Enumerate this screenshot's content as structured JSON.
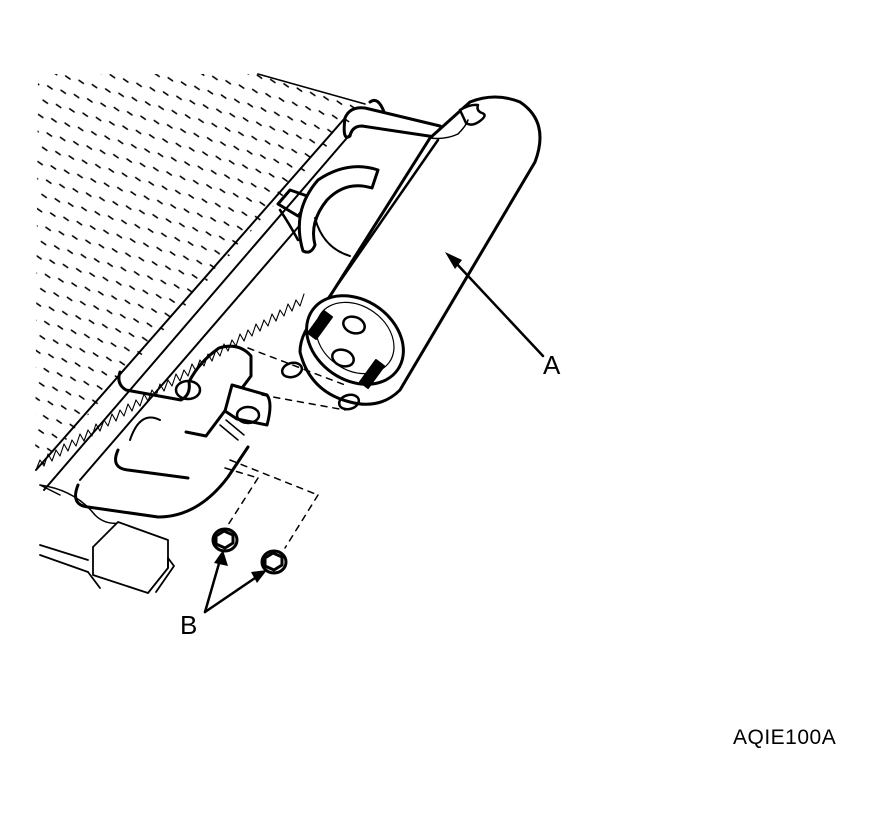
{
  "figure": {
    "type": "exploded-view technical illustration",
    "figure_id": "AQIE100A",
    "background_color": "#ffffff",
    "line_color": "#000000"
  },
  "callouts": {
    "a": {
      "label": "A",
      "target": "receiver-drier cylinder"
    },
    "b": {
      "label": "B",
      "target": "flange nuts (2)"
    }
  },
  "parts": [
    {
      "id": "condenser-core",
      "icon": "dotted-fin-grid"
    },
    {
      "id": "condenser-side-tank",
      "icon": "tube"
    },
    {
      "id": "mounting-bracket-upper",
      "icon": "u-clamp"
    },
    {
      "id": "receiver-drier",
      "icon": "cylinder",
      "callout": "A"
    },
    {
      "id": "o-rings",
      "count": 2,
      "icon": "ring"
    },
    {
      "id": "studs",
      "count": 2,
      "icon": "threaded-stud"
    },
    {
      "id": "pipe-block",
      "icon": "fitting-block"
    },
    {
      "id": "flange-nuts",
      "count": 2,
      "icon": "hex-nut",
      "callout": "B"
    },
    {
      "id": "lower-bracket",
      "icon": "bracket"
    }
  ]
}
